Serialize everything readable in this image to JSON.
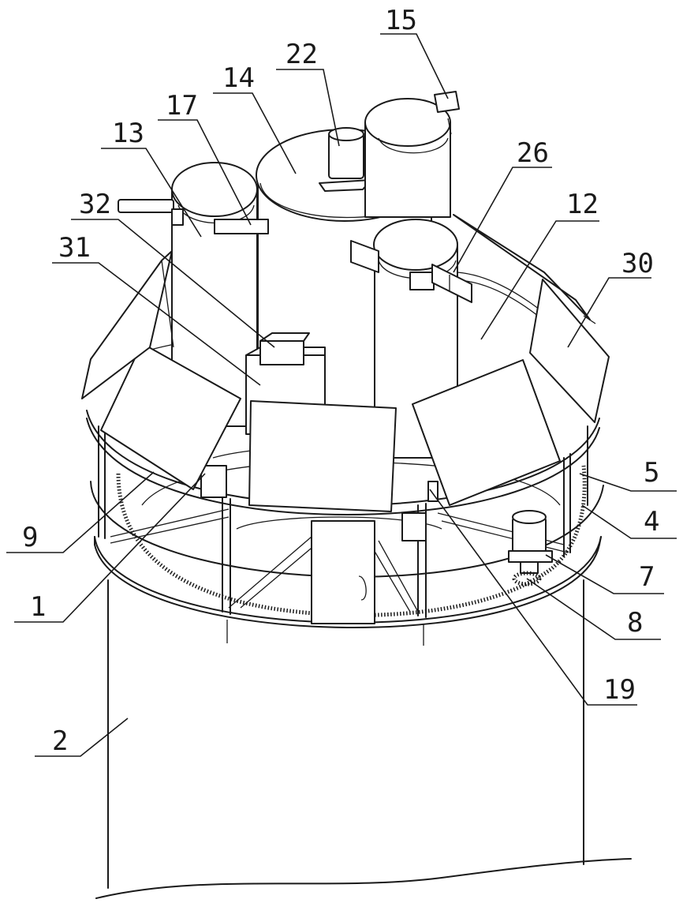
{
  "figure": {
    "labels": [
      {
        "id": "label-1",
        "text": "1"
      },
      {
        "id": "label-2",
        "text": "2"
      },
      {
        "id": "label-4",
        "text": "4"
      },
      {
        "id": "label-5",
        "text": "5"
      },
      {
        "id": "label-7",
        "text": "7"
      },
      {
        "id": "label-8",
        "text": "8"
      },
      {
        "id": "label-9",
        "text": "9"
      },
      {
        "id": "label-12",
        "text": "12"
      },
      {
        "id": "label-13",
        "text": "13"
      },
      {
        "id": "label-14",
        "text": "14"
      },
      {
        "id": "label-15",
        "text": "15"
      },
      {
        "id": "label-17",
        "text": "17"
      },
      {
        "id": "label-19",
        "text": "19"
      },
      {
        "id": "label-22",
        "text": "22"
      },
      {
        "id": "label-26",
        "text": "26"
      },
      {
        "id": "label-30",
        "text": "30"
      },
      {
        "id": "label-31",
        "text": "31"
      },
      {
        "id": "label-32",
        "text": "32"
      }
    ]
  }
}
